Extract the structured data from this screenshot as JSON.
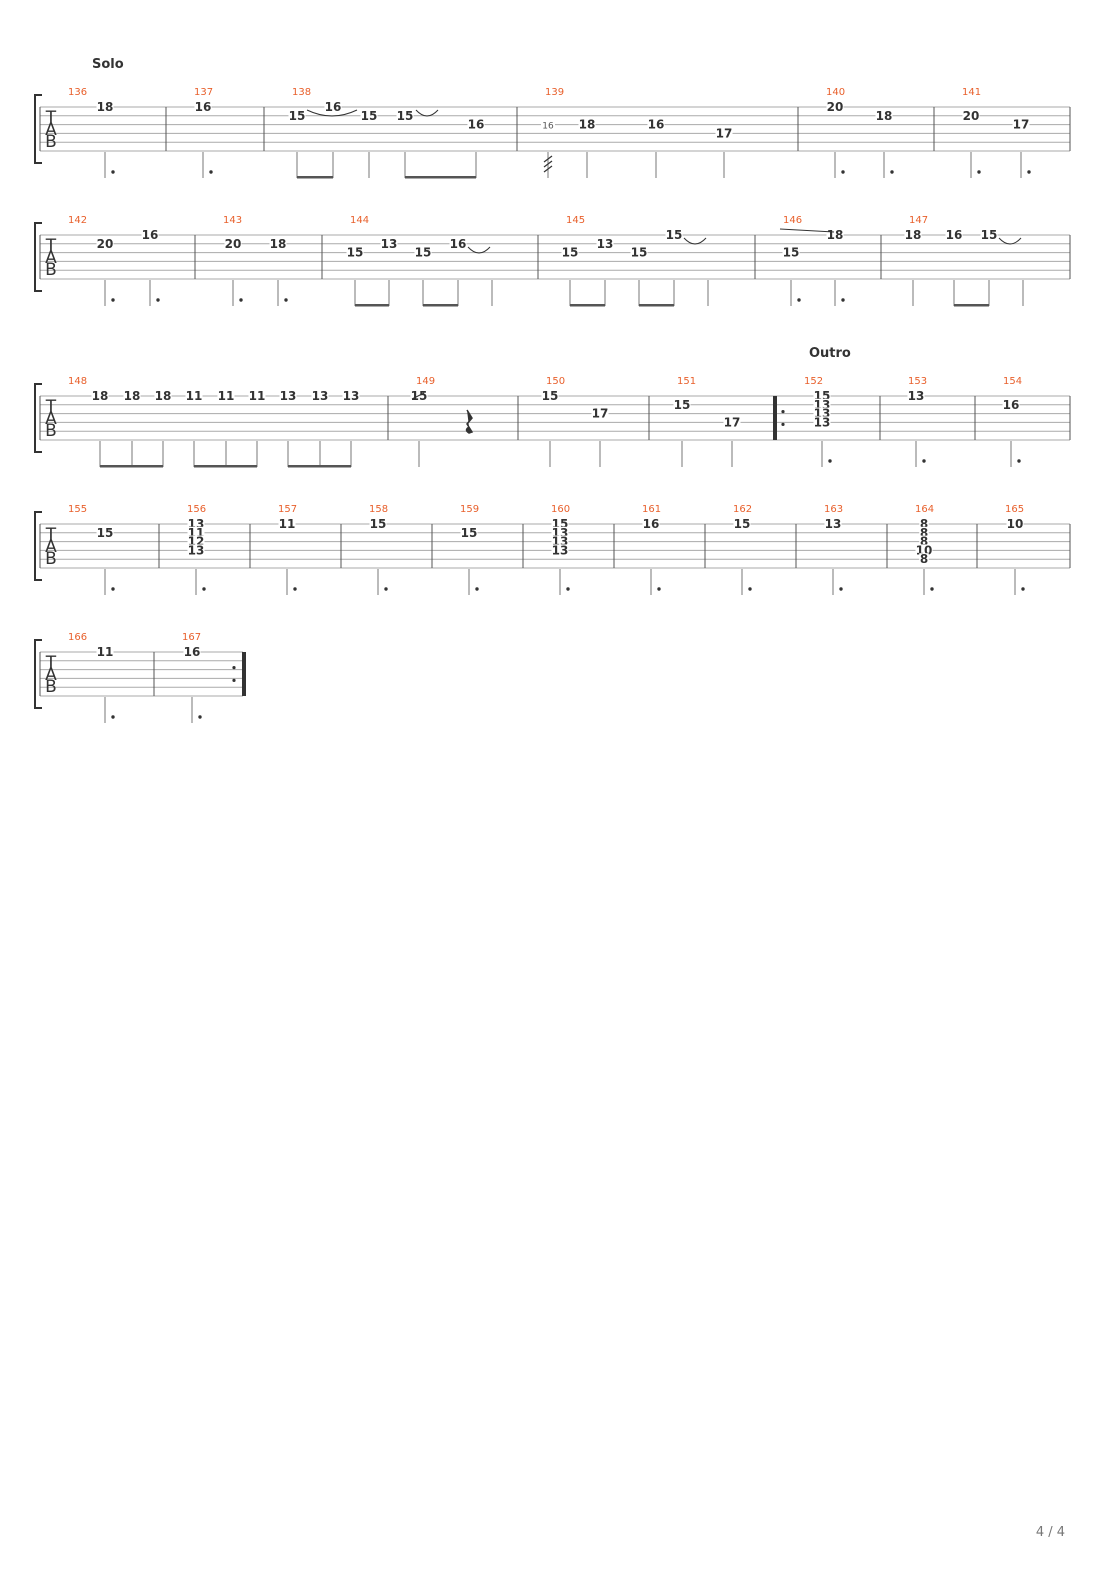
{
  "page": {
    "number": "4 / 4"
  },
  "tuning_letters": [
    "T",
    "A",
    "B"
  ],
  "systems": [
    {
      "section": "Solo",
      "measures": [
        {
          "number": "136",
          "notes": [
            {
              "frets": [
                {
                  "s": 1,
                  "f": "18"
                }
              ],
              "dot": true
            }
          ]
        },
        {
          "number": "137",
          "notes": [
            {
              "frets": [
                {
                  "s": 1,
                  "f": "16"
                }
              ],
              "dot": true
            }
          ]
        },
        {
          "number": "138",
          "notes": [
            {
              "frets": [
                {
                  "s": 2,
                  "f": "15"
                }
              ],
              "beam": 1
            },
            {
              "frets": [
                {
                  "s": 1,
                  "f": "16"
                }
              ],
              "beam": 1
            },
            {
              "frets": [
                {
                  "s": 2,
                  "f": "15"
                }
              ],
              "beam": 2
            },
            {
              "frets": [
                {
                  "s": 2,
                  "f": "15"
                }
              ],
              "beam": 3
            },
            {
              "frets": [
                {
                  "s": 3,
                  "f": "16"
                }
              ],
              "beam": 3
            }
          ]
        },
        {
          "number": "139",
          "notes": [
            {
              "frets": [
                {
                  "s": 3,
                  "f": "16"
                }
              ],
              "grace": true,
              "tremolo": true
            },
            {
              "frets": [
                {
                  "s": 3,
                  "f": "18"
                }
              ]
            },
            {
              "frets": [
                {
                  "s": 3,
                  "f": "16"
                }
              ]
            },
            {
              "frets": [
                {
                  "s": 4,
                  "f": "17"
                }
              ]
            }
          ]
        },
        {
          "number": "140",
          "notes": [
            {
              "frets": [
                {
                  "s": 1,
                  "f": "20"
                }
              ],
              "dot": true
            },
            {
              "frets": [
                {
                  "s": 2,
                  "f": "18"
                }
              ],
              "dot": true
            }
          ]
        },
        {
          "number": "141",
          "notes": [
            {
              "frets": [
                {
                  "s": 2,
                  "f": "20"
                }
              ],
              "dot": true
            },
            {
              "frets": [
                {
                  "s": 3,
                  "f": "17"
                }
              ],
              "dot": true
            }
          ]
        }
      ]
    },
    {
      "section": "",
      "measures": [
        {
          "number": "142",
          "notes": [
            {
              "frets": [
                {
                  "s": 2,
                  "f": "20"
                }
              ],
              "dot": true
            },
            {
              "frets": [
                {
                  "s": 1,
                  "f": "16"
                }
              ],
              "dot": true
            }
          ]
        },
        {
          "number": "143",
          "notes": [
            {
              "frets": [
                {
                  "s": 2,
                  "f": "20"
                }
              ],
              "dot": true
            },
            {
              "frets": [
                {
                  "s": 2,
                  "f": "18"
                }
              ],
              "dot": true
            }
          ]
        },
        {
          "number": "144",
          "notes": [
            {
              "frets": [
                {
                  "s": 3,
                  "f": "15"
                }
              ],
              "beam": 1
            },
            {
              "frets": [
                {
                  "s": 2,
                  "f": "13"
                }
              ],
              "beam": 1
            },
            {
              "frets": [
                {
                  "s": 3,
                  "f": "15"
                }
              ],
              "beam": 2
            },
            {
              "frets": [
                {
                  "s": 2,
                  "f": "16"
                }
              ],
              "beam": 2
            },
            {
              "frets": [
                {
                  "s": 2,
                  "f": ""
                }
              ]
            }
          ]
        },
        {
          "number": "145",
          "notes": [
            {
              "frets": [
                {
                  "s": 3,
                  "f": "15"
                }
              ],
              "beam": 1
            },
            {
              "frets": [
                {
                  "s": 2,
                  "f": "13"
                }
              ],
              "beam": 1
            },
            {
              "frets": [
                {
                  "s": 3,
                  "f": "15"
                }
              ],
              "beam": 2
            },
            {
              "frets": [
                {
                  "s": 1,
                  "f": "15"
                }
              ],
              "beam": 2
            },
            {
              "frets": [
                {
                  "s": 1,
                  "f": ""
                }
              ]
            }
          ]
        },
        {
          "number": "146",
          "notes": [
            {
              "frets": [
                {
                  "s": 3,
                  "f": "15"
                }
              ],
              "dot": true
            },
            {
              "frets": [
                {
                  "s": 1,
                  "f": "18"
                }
              ],
              "dot": true
            }
          ]
        },
        {
          "number": "147",
          "notes": [
            {
              "frets": [
                {
                  "s": 1,
                  "f": "18"
                }
              ]
            },
            {
              "frets": [
                {
                  "s": 1,
                  "f": "16"
                }
              ],
              "beam": 1
            },
            {
              "frets": [
                {
                  "s": 1,
                  "f": "15"
                }
              ],
              "beam": 1
            },
            {
              "frets": [
                {
                  "s": 1,
                  "f": ""
                }
              ]
            }
          ]
        }
      ]
    },
    {
      "section": "Outro",
      "measures": [
        {
          "number": "148",
          "notes": [
            {
              "frets": [
                {
                  "s": 1,
                  "f": "18"
                }
              ],
              "beam": 1
            },
            {
              "frets": [
                {
                  "s": 1,
                  "f": "18"
                }
              ],
              "beam": 1
            },
            {
              "frets": [
                {
                  "s": 1,
                  "f": "18"
                }
              ],
              "beam": 1
            },
            {
              "frets": [
                {
                  "s": 1,
                  "f": "11"
                }
              ],
              "beam": 2
            },
            {
              "frets": [
                {
                  "s": 1,
                  "f": "11"
                }
              ],
              "beam": 2
            },
            {
              "frets": [
                {
                  "s": 1,
                  "f": "11"
                }
              ],
              "beam": 2
            },
            {
              "frets": [
                {
                  "s": 1,
                  "f": "13"
                }
              ],
              "beam": 3
            },
            {
              "frets": [
                {
                  "s": 1,
                  "f": "13"
                }
              ],
              "beam": 3
            },
            {
              "frets": [
                {
                  "s": 1,
                  "f": "13"
                }
              ],
              "beam": 3
            }
          ]
        },
        {
          "number": "149",
          "notes": [
            {
              "frets": [
                {
                  "s": 1,
                  "f": "15"
                }
              ]
            },
            {
              "rest": true
            }
          ]
        },
        {
          "number": "150",
          "notes": [
            {
              "frets": [
                {
                  "s": 1,
                  "f": "15"
                }
              ]
            },
            {
              "frets": [
                {
                  "s": 3,
                  "f": "17"
                }
              ]
            }
          ]
        },
        {
          "number": "151",
          "notes": [
            {
              "frets": [
                {
                  "s": 2,
                  "f": "15"
                }
              ]
            },
            {
              "frets": [
                {
                  "s": 4,
                  "f": "17"
                }
              ]
            }
          ]
        },
        {
          "number": "152",
          "repeat_start": true,
          "notes": [
            {
              "frets": [
                {
                  "s": 1,
                  "f": "15"
                },
                {
                  "s": 2,
                  "f": "13"
                },
                {
                  "s": 3,
                  "f": "13"
                },
                {
                  "s": 4,
                  "f": "13"
                }
              ],
              "dot": true
            }
          ]
        },
        {
          "number": "153",
          "notes": [
            {
              "frets": [
                {
                  "s": 1,
                  "f": "13"
                }
              ],
              "dot": true
            }
          ]
        },
        {
          "number": "154",
          "notes": [
            {
              "frets": [
                {
                  "s": 2,
                  "f": "16"
                }
              ],
              "dot": true
            }
          ]
        }
      ]
    },
    {
      "section": "",
      "measures": [
        {
          "number": "155",
          "notes": [
            {
              "frets": [
                {
                  "s": 2,
                  "f": "15"
                }
              ],
              "dot": true
            }
          ]
        },
        {
          "number": "156",
          "notes": [
            {
              "frets": [
                {
                  "s": 1,
                  "f": "13"
                },
                {
                  "s": 2,
                  "f": "11"
                },
                {
                  "s": 3,
                  "f": "12"
                },
                {
                  "s": 4,
                  "f": "13"
                }
              ],
              "dot": true
            }
          ]
        },
        {
          "number": "157",
          "notes": [
            {
              "frets": [
                {
                  "s": 1,
                  "f": "11"
                }
              ],
              "dot": true
            }
          ]
        },
        {
          "number": "158",
          "notes": [
            {
              "frets": [
                {
                  "s": 1,
                  "f": "15"
                }
              ],
              "dot": true
            }
          ]
        },
        {
          "number": "159",
          "notes": [
            {
              "frets": [
                {
                  "s": 2,
                  "f": "15"
                }
              ],
              "dot": true
            }
          ]
        },
        {
          "number": "160",
          "notes": [
            {
              "frets": [
                {
                  "s": 1,
                  "f": "15"
                },
                {
                  "s": 2,
                  "f": "13"
                },
                {
                  "s": 3,
                  "f": "13"
                },
                {
                  "s": 4,
                  "f": "13"
                }
              ],
              "dot": true
            }
          ]
        },
        {
          "number": "161",
          "notes": [
            {
              "frets": [
                {
                  "s": 1,
                  "f": "16"
                }
              ],
              "dot": true
            }
          ]
        },
        {
          "number": "162",
          "notes": [
            {
              "frets": [
                {
                  "s": 1,
                  "f": "15"
                }
              ],
              "dot": true
            }
          ]
        },
        {
          "number": "163",
          "notes": [
            {
              "frets": [
                {
                  "s": 1,
                  "f": "13"
                }
              ],
              "dot": true
            }
          ]
        },
        {
          "number": "164",
          "notes": [
            {
              "frets": [
                {
                  "s": 1,
                  "f": "8"
                },
                {
                  "s": 2,
                  "f": "8"
                },
                {
                  "s": 3,
                  "f": "8"
                },
                {
                  "s": 4,
                  "f": "10"
                },
                {
                  "s": 5,
                  "f": "8"
                }
              ],
              "dot": true
            }
          ]
        },
        {
          "number": "165",
          "notes": [
            {
              "frets": [
                {
                  "s": 1,
                  "f": "10"
                }
              ],
              "dot": true
            }
          ]
        }
      ]
    },
    {
      "section": "",
      "measures": [
        {
          "number": "166",
          "notes": [
            {
              "frets": [
                {
                  "s": 1,
                  "f": "11"
                }
              ],
              "dot": true
            }
          ]
        },
        {
          "number": "167",
          "repeat_end": true,
          "notes": [
            {
              "frets": [
                {
                  "s": 1,
                  "f": "16"
                }
              ],
              "dot": true
            }
          ]
        }
      ]
    }
  ]
}
